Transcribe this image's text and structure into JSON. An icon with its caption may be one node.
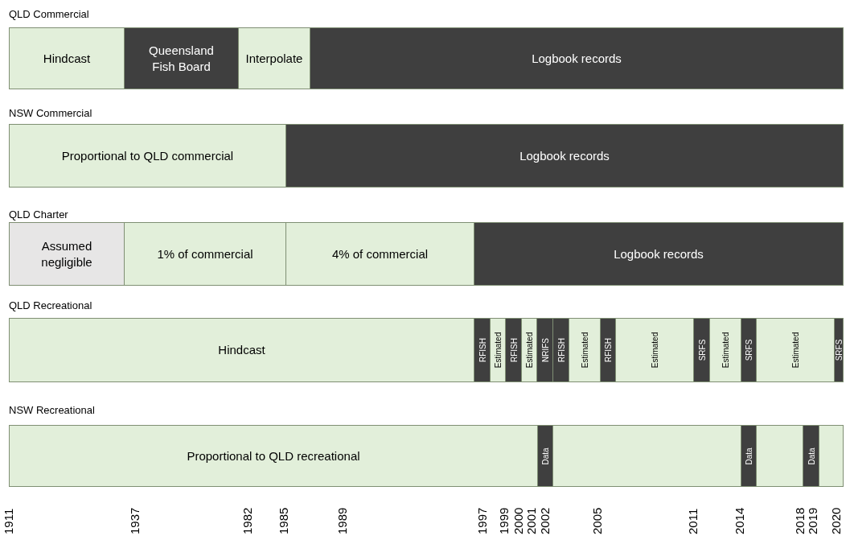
{
  "diagram": {
    "nodes": [
      {
        "text": [
          "QLD Commercial"
        ]
      },
      {
        "text": [
          "Hindcast"
        ],
        "in": 0
      },
      {
        "text": [
          "Queensland Fish Board"
        ],
        "in": 0
      },
      {
        "text": [
          "Interpolate"
        ],
        "in": 0
      },
      {
        "text": [
          "Logbook records"
        ],
        "in": 0
      },
      {
        "text": [
          "NSW Commercial"
        ]
      },
      {
        "text": [
          "Proportional to QLD commercial"
        ],
        "in": 5
      },
      {
        "text": [
          "Logbook records"
        ],
        "in": 5
      },
      {
        "text": [
          "QLD Charter"
        ]
      },
      {
        "text": [
          "Assumed negligible"
        ],
        "in": 8
      },
      {
        "text": [
          "1% of commercial"
        ],
        "in": 8
      },
      {
        "text": [
          "4% of commercial"
        ],
        "in": 8
      },
      {
        "text": [
          "Logbook records"
        ],
        "in": 8
      },
      {
        "text": [
          "QLD Recreational"
        ]
      },
      {
        "text": [
          "Hindcast"
        ],
        "in": 13
      },
      {
        "text": [
          "RFISH"
        ],
        "in": 13
      },
      {
        "text": [
          "Estimated"
        ],
        "in": 13
      },
      {
        "text": [
          "RFISH"
        ],
        "in": 13
      },
      {
        "text": [
          "Estimated"
        ],
        "in": 13
      },
      {
        "text": [
          "NRIFS"
        ],
        "in": 13
      },
      {
        "text": [
          "RFISH"
        ],
        "in": 13
      },
      {
        "text": [
          "Estimated"
        ],
        "in": 13
      },
      {
        "text": [
          "RFISH"
        ],
        "in": 13
      },
      {
        "text": [
          "Estimated"
        ],
        "in": 13
      },
      {
        "text": [
          "SRFS"
        ],
        "in": 13
      },
      {
        "text": [
          "Estimated"
        ],
        "in": 13
      },
      {
        "text": [
          "SRFS"
        ],
        "in": 13
      },
      {
        "text": [
          "Estimated"
        ],
        "in": 13
      },
      {
        "text": [
          "SRFS"
        ],
        "in": 13
      },
      {
        "text": [
          "NSW Recreational"
        ]
      },
      {
        "text": [
          "Proportional to QLD recreational"
        ],
        "in": 29
      },
      {
        "text": [
          "Data"
        ],
        "in": 29
      },
      {
        "text": [],
        "shape": "bar",
        "in": 29
      },
      {
        "text": [
          "Data"
        ],
        "in": 29
      },
      {
        "text": [],
        "shape": "bar",
        "in": 29
      },
      {
        "text": [
          "Data"
        ],
        "in": 29
      },
      {
        "text": [],
        "shape": "bar",
        "in": 29
      }
    ],
    "edges": [],
    "labels": [
      "1911",
      "1937",
      "1982",
      "1985",
      "1989",
      "1997",
      "1999",
      "2000",
      "2001",
      "2002",
      "2005",
      "2011",
      "2014",
      "2018",
      "2019",
      "2020"
    ]
  }
}
